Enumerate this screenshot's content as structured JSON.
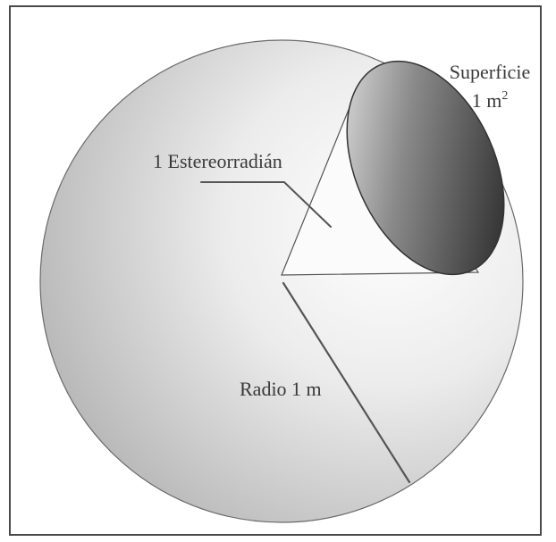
{
  "diagram": {
    "labels": {
      "surface_line1": "Superficie",
      "surface_line2": "1 m",
      "surface_superscript": "2",
      "steradian": "1 Estereorradián",
      "radius": "Radio 1 m"
    },
    "colors": {
      "frame": "#4a4a4a",
      "sphere_light": "#ffffff",
      "sphere_dark": "#b9b9b9",
      "cap_light": "#d0d0d0",
      "cap_dark": "#3a3a3a",
      "lines": "#555555"
    }
  }
}
